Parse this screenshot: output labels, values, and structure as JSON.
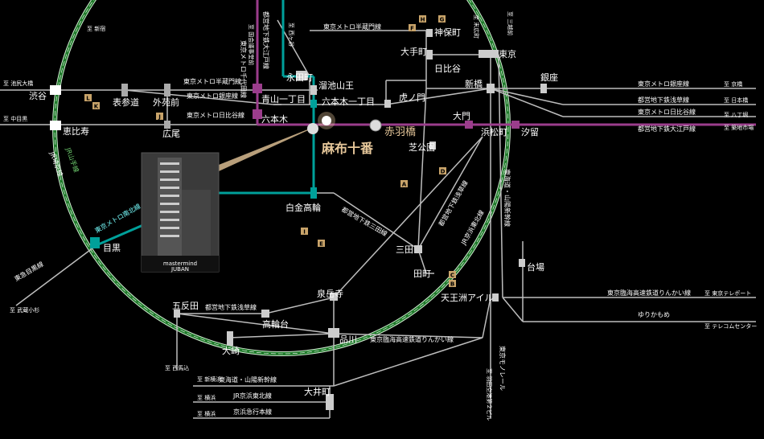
{
  "stations": {
    "shibuya": "渋谷",
    "omotesando": "表参道",
    "gaienmae": "外苑前",
    "ebisu": "恵比寿",
    "hiroo": "広尾",
    "aoyama_itchome": "青山一丁目",
    "roppongi": "六本木",
    "nagatacho": "永田町",
    "tameike_sanno": "溜池山王",
    "roppongi_itchome": "六本木一丁目",
    "azabu_juban": "麻布十番",
    "akabanebashi": "赤羽橋",
    "shirokane_takanawa": "白金高輪",
    "meguro": "目黒",
    "gotanda": "五反田",
    "osaki": "大崎",
    "takanawadai": "高輪台",
    "sengakuji": "泉岳寺",
    "shinagawa": "品川",
    "oimachi": "大井町",
    "mita": "三田",
    "tamachi": "田町",
    "shibakoen": "芝公園",
    "daimon": "大門",
    "hamamatsucho": "浜松町",
    "shiodome": "汐留",
    "shimbashi": "新橋",
    "ginza": "銀座",
    "toranomon": "虎ノ門",
    "hibiya": "日比谷",
    "otemachi": "大手町",
    "jimbocho": "神保町",
    "tokyo": "東京",
    "tennozu_isle": "天王洲アイル",
    "daiba": "台場"
  },
  "lines": {
    "hanzomon_top": "東京メトロ半蔵門線",
    "hanzomon_left": "東京メトロ半蔵門線",
    "ginza_left": "東京メトロ銀座線",
    "hibiya_left": "東京メトロ日比谷線",
    "ginza_right": "東京メトロ銀座線",
    "asakusa_right": "都営地下鉄浅草線",
    "hibiya_right": "東京メトロ日比谷線",
    "oedo_right": "都営地下鉄大江戸線",
    "namboku": "東京メトロ南北線",
    "yamanote": "JR山手線",
    "saikyo": "JR埼京線",
    "tokyu_meguro": "東急目黒線",
    "asakusa_bottom": "都営地下鉄浅草線",
    "mita_line": "都営地下鉄三田線",
    "asakusa_diag": "都営地下鉄浅草線",
    "keihin_tohoku": "JR京浜東北線",
    "tokaido": "東海道・山陽新幹線",
    "rinkai_bottom": "東京臨海高速鉄道りんかい線",
    "rinkai_right": "東京臨海高速鉄道りんかい線",
    "yurikamome": "ゆりかもめ",
    "monorail": "東京モノレール",
    "tokaido_bottom": "東海道・山陽新幹線",
    "keihin_bottom": "JR京浜東北線",
    "keikyu": "京浜急行本線",
    "chiyoda_vertical": "東京メトロ千代田線",
    "oedo_vertical": "都営地下鉄大江戸線"
  },
  "destinations": {
    "shinjuku": "至 新宿",
    "ikejiri": "至 池尻大橋",
    "nakameguro": "至 中目黒",
    "musashikosugi": "至 武蔵小杉",
    "kokkai": "至 国会議事堂前",
    "nishigaoka": "至 西ヶ谷",
    "suehirocho": "至 末広町",
    "mitsukoshimae": "至 三越前",
    "kyobashi": "至 京橋",
    "nihombashi": "至 日本橋",
    "hatchobori": "至 八丁堀",
    "tsukiji": "至 築地市場",
    "telecom": "至 テレコムセンター",
    "teleport": "至 東京テレポート",
    "haneda": "至 羽田空港第２ビル",
    "nishimagome": "至 西馬込",
    "shinyokohama": "至 新横浜",
    "yokohama1": "至 横浜",
    "yokohama2": "至 横浜"
  },
  "badges": [
    "A",
    "B",
    "C",
    "D",
    "E",
    "F",
    "G",
    "H",
    "I",
    "J",
    "K",
    "L"
  ],
  "building_caption": "mastermind",
  "building_sub": "JUBAN",
  "colors": {
    "background": "#000000",
    "yamanote": "#2e9a3a",
    "namboku": "#00a09a",
    "oedo": "#9b3d8c",
    "line": "#bdbdbd",
    "highlight": "#e6c79a"
  }
}
